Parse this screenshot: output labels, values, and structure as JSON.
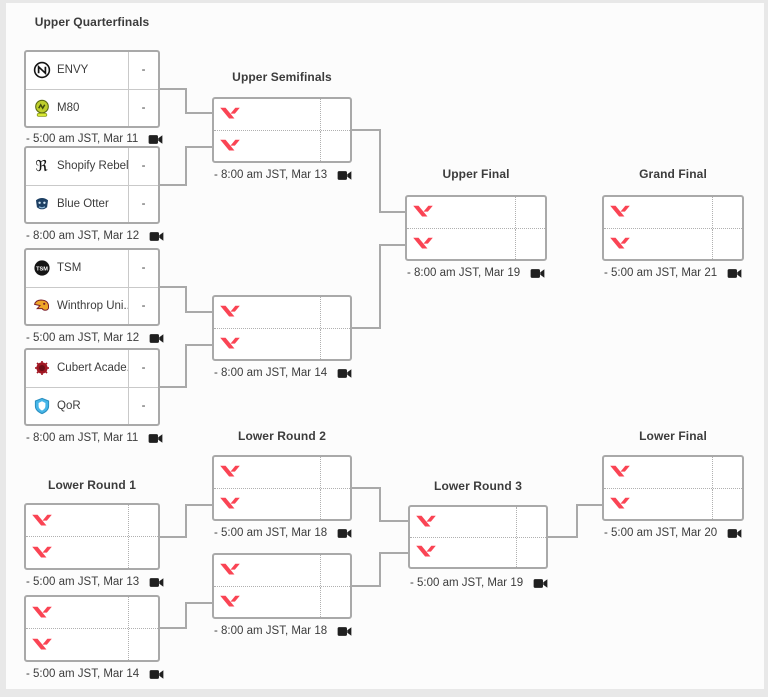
{
  "colors": {
    "valorant_red": "#fa4454",
    "box_border": "#a9a9a9",
    "connector": "#a9a9a9",
    "text": "#3c3c3c",
    "board_background": "#fcfcfc",
    "page_background": "#e8e8e8"
  },
  "icons": {
    "placeholder_team": "valorant-icon",
    "stream_link": "camera-icon"
  },
  "rounds": {
    "upper_quarterfinals": {
      "label": "Upper Quarterfinals",
      "matches": [
        {
          "team1": {
            "name": "ENVY",
            "score": "-",
            "logo": "envy-logo"
          },
          "team2": {
            "name": "M80",
            "score": "-",
            "logo": "m80-logo"
          },
          "footer": "- 5:00 am JST, Mar 11"
        },
        {
          "team1": {
            "name": "Shopify Rebel...",
            "score": "-",
            "logo": "shopify-rebellion-logo"
          },
          "team2": {
            "name": "Blue Otter",
            "score": "-",
            "logo": "blue-otter-logo"
          },
          "footer": "- 8:00 am JST, Mar 12"
        },
        {
          "team1": {
            "name": "TSM",
            "score": "-",
            "logo": "tsm-logo"
          },
          "team2": {
            "name": "Winthrop Uni...",
            "score": "-",
            "logo": "winthrop-university-logo"
          },
          "footer": "- 5:00 am JST, Mar 12"
        },
        {
          "team1": {
            "name": "Cubert Acade...",
            "score": "-",
            "logo": "cubert-academy-logo"
          },
          "team2": {
            "name": "QoR",
            "score": "-",
            "logo": "qor-logo"
          },
          "footer": "- 8:00 am JST, Mar 11"
        }
      ]
    },
    "upper_semifinals": {
      "label": "Upper Semifinals",
      "matches": [
        {
          "footer": "- 8:00 am JST, Mar 13"
        },
        {
          "footer": "- 8:00 am JST, Mar 14"
        }
      ]
    },
    "upper_final": {
      "label": "Upper Final",
      "matches": [
        {
          "footer": "- 8:00 am JST, Mar 19"
        }
      ]
    },
    "grand_final": {
      "label": "Grand Final",
      "matches": [
        {
          "footer": "- 5:00 am JST, Mar 21"
        }
      ]
    },
    "lower_round1": {
      "label": "Lower Round 1",
      "matches": [
        {
          "footer": "- 5:00 am JST, Mar 13"
        },
        {
          "footer": "- 5:00 am JST, Mar 14"
        }
      ]
    },
    "lower_round2": {
      "label": "Lower Round 2",
      "matches": [
        {
          "footer": "- 5:00 am JST, Mar 18"
        },
        {
          "footer": "- 8:00 am JST, Mar 18"
        }
      ]
    },
    "lower_round3": {
      "label": "Lower Round 3",
      "matches": [
        {
          "footer": "- 5:00 am JST, Mar 19"
        }
      ]
    },
    "lower_final": {
      "label": "Lower Final",
      "matches": [
        {
          "footer": "- 5:00 am JST, Mar 20"
        }
      ]
    }
  }
}
